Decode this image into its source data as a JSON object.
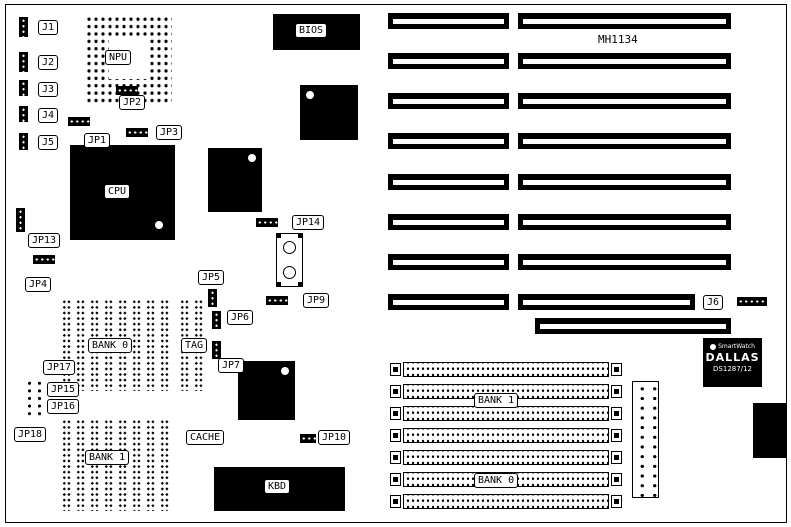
{
  "title": "MH1134",
  "labels": {
    "j1": "J1",
    "j2": "J2",
    "j3": "J3",
    "j4": "J4",
    "j5": "J5",
    "j6": "J6",
    "jp1": "JP1",
    "jp2": "JP2",
    "jp3": "JP3",
    "jp4": "JP4",
    "jp5": "JP5",
    "jp6": "JP6",
    "jp7": "JP7",
    "jp9": "JP9",
    "jp10": "JP10",
    "jp13": "JP13",
    "jp14": "JP14",
    "jp15": "JP15",
    "jp16": "JP16",
    "jp17": "JP17",
    "jp18": "JP18",
    "npu": "NPU",
    "cpu": "CPU",
    "bios": "BIOS",
    "kbd": "KBD",
    "tag": "TAG",
    "cache": "CACHE",
    "bank0": "BANK 0",
    "bank1": "BANK 1"
  },
  "dallas": {
    "logo_text": "SmartWatch",
    "brand": "DALLAS",
    "part": "DS1287/12"
  },
  "colors": {
    "ink": "#000000",
    "background": "#ffffff"
  }
}
